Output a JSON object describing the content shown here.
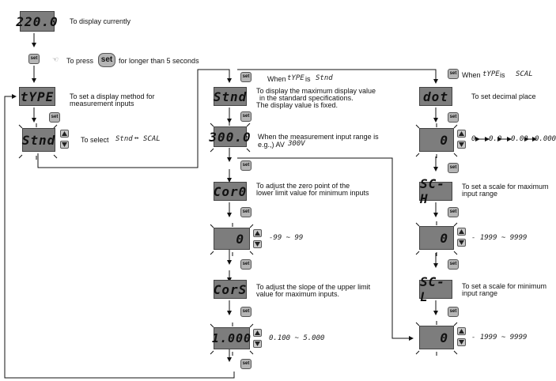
{
  "displays": {
    "current": "220.0",
    "type": "tYPE",
    "stnd_1": "Stnd",
    "stnd_2": "Stnd",
    "range": "300.0",
    "corr0": "Cor0",
    "zero_val": "0",
    "cors": "CorS",
    "slope_val": "1.000",
    "dot": "dot",
    "dot_val": "0",
    "sch": "SC-H",
    "sch_val": "0",
    "scl": "SC-L",
    "scl_val": "0"
  },
  "labels": {
    "display_currently": "To display currently",
    "to_press": "To press",
    "set": "set",
    "longer": "for longer than 5 seconds",
    "type_line1": "To set a display method for",
    "type_line2": "measurement inputs",
    "to_select": "To select",
    "select_a": "Stnd",
    "select_b": "SCAL",
    "when_stnd_prefix": "When",
    "when_stnd_type": "tYPE",
    "when_stnd_is": "is",
    "when_stnd_value": "Stnd",
    "when_scal_prefix": "When",
    "when_scal_type": "tYPE",
    "when_scal_is": "is",
    "when_scal_value": "SCAL",
    "stnd_line1": "To display the maximum display value",
    "stnd_line2": "in the standard specifications.",
    "stnd_line3": "The display value is fixed.",
    "range_line1": "When the measurement input range is",
    "range_line2_prefix": "e.g.,) AV",
    "range_line2_value": "300V",
    "cor0_line1": "To adjust the zero point of the",
    "cor0_line2": "lower limit value for minimum inputs",
    "zero_range": "-99 ~ 99",
    "cors_line1": "To adjust the slope of the upper limit",
    "cors_line2": "value for maximum inputs.",
    "slope_range": "0.100 ~ 5.000",
    "dot_text": "To set decimal place",
    "dot_opt1": "0",
    "dot_opt2": "0.0",
    "dot_opt3": "0.00",
    "dot_opt4": "0.000",
    "sch_line1": "To set a scale for maximum",
    "sch_line2": "input range",
    "sch_range": "- 1999 ~ 9999",
    "scl_line1": "To set a scale for minimum",
    "scl_line2": "input range",
    "scl_range": "- 1999 ~ 9999"
  },
  "colors": {
    "lcd": "#7d7d7d",
    "button": "#b5b5b5",
    "line": "#111111"
  }
}
